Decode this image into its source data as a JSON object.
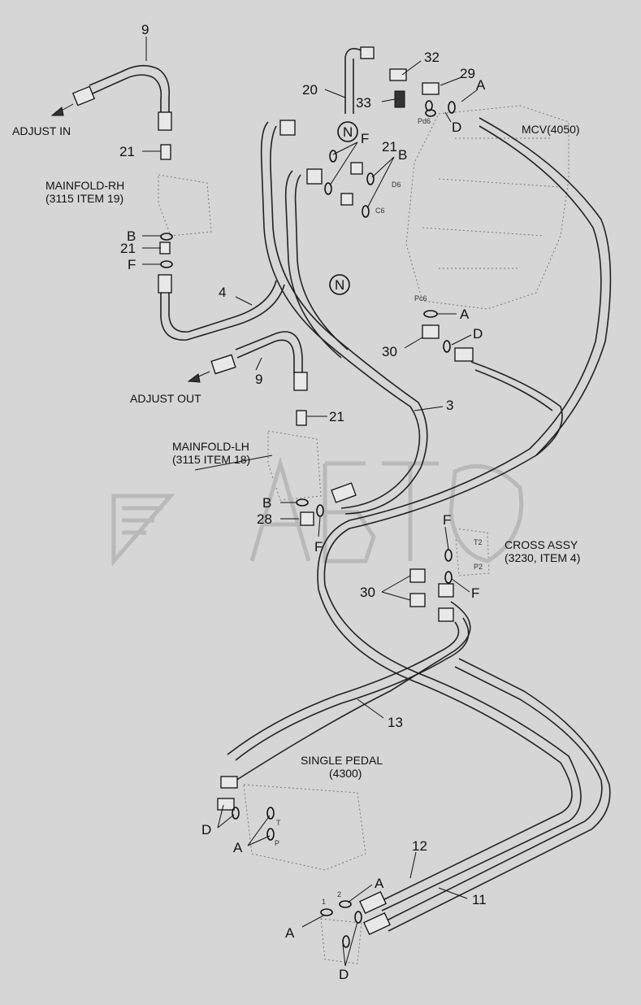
{
  "labels": {
    "p9a": "9",
    "p20": "20",
    "p32": "32",
    "p29": "29",
    "pA1": "A",
    "p33": "33",
    "pD1": "D",
    "mcv": "MCV(4050)",
    "adjust_in": "ADJUST IN",
    "p21a": "21",
    "pN1": "N",
    "pF1": "F",
    "p21b": "21",
    "pB1": "B",
    "mainfold_rh_1": "MAINFOLD-RH",
    "mainfold_rh_2": "(3115 ITEM 19)",
    "pB2": "B",
    "p21c": "21",
    "pF2": "F",
    "p4": "4",
    "pN2": "N",
    "pA2": "A",
    "pD2": "D",
    "p30a": "30",
    "p9b": "9",
    "adjust_out": "ADJUST OUT",
    "p3": "3",
    "p21d": "21",
    "mainfold_lh_1": "MAINFOLD-LH",
    "mainfold_lh_2": "(3115 ITEM 18)",
    "pB3": "B",
    "p28": "28",
    "pF3": "F",
    "pF4": "F",
    "cross_1": "CROSS ASSY",
    "cross_2": "(3230, ITEM 4)",
    "p30b": "30",
    "pF5": "F",
    "p13": "13",
    "pedal_1": "SINGLE PEDAL",
    "pedal_2": "(4300)",
    "pD3": "D",
    "pA3": "A",
    "p12": "12",
    "pA4": "A",
    "p11": "11",
    "pA5": "A",
    "pD4": "D"
  },
  "ports": {
    "pd6": "Pd6",
    "d6": "D6",
    "c6": "C6",
    "pc6": "Pc6",
    "t2": "T2",
    "p2": "P2",
    "t": "T",
    "p": "P",
    "one": "1",
    "two": "2"
  }
}
